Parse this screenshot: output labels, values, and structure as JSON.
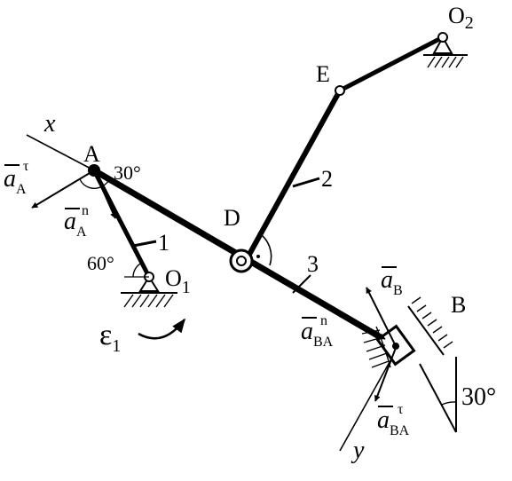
{
  "colors": {
    "ink": "#000000",
    "background": "#ffffff"
  },
  "points": {
    "A": "A",
    "B": "B",
    "D": "D",
    "E": "E",
    "O1": "O",
    "O1_sub": "1",
    "O2": "O",
    "O2_sub": "2"
  },
  "axes": {
    "x": "x",
    "y": "y"
  },
  "links": {
    "one": "1",
    "two": "2",
    "three": "3"
  },
  "angles": {
    "at_A": "30°",
    "at_O1": "60°",
    "at_B": "30°"
  },
  "vectors": {
    "aA_tau": {
      "base": "a",
      "sub": "A",
      "sup": "τ"
    },
    "aA_n": {
      "base": "a",
      "sub": "A",
      "sup": "n"
    },
    "aBA_n": {
      "base": "a",
      "sub": "BA",
      "sup": "n"
    },
    "aBA_tau": {
      "base": "a",
      "sub": "BA",
      "sup": "τ"
    },
    "aB": {
      "base": "a",
      "sub": "B"
    }
  },
  "angular_accel": {
    "symbol": "ε",
    "sub": "1"
  },
  "icons": [
    "pin-support-icon",
    "hatched-ground-icon",
    "slider-block-icon",
    "right-angle-mark-icon",
    "curved-arrow-icon"
  ]
}
